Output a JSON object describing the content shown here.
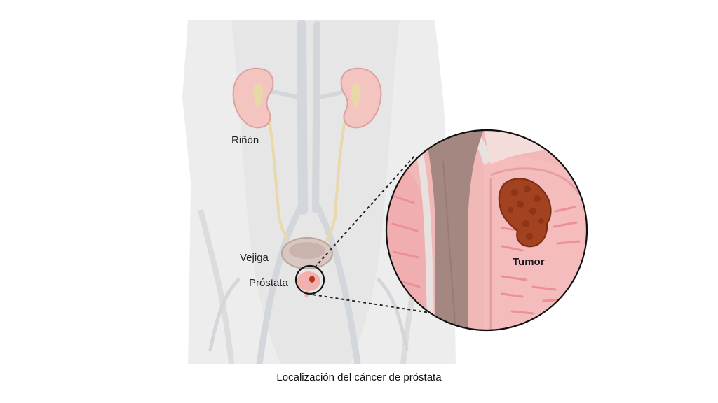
{
  "labels": {
    "kidney": "Riñón",
    "bladder": "Vejiga",
    "prostate": "Próstata",
    "tumor": "Tumor"
  },
  "caption": "Localización del cáncer de próstata",
  "colors": {
    "body_silhouette": "#ececec",
    "kidney": "#f3c4c0",
    "ureter": "#efdcb0",
    "prostate_tissue": "#f2a9a7",
    "tumor": "#a0401f",
    "urethra": "#9c7d78"
  },
  "icons": [
    "body-silhouette-icon",
    "kidney-icon",
    "bladder-icon",
    "prostate-icon",
    "tumor-icon",
    "magnifier-circle-icon"
  ]
}
